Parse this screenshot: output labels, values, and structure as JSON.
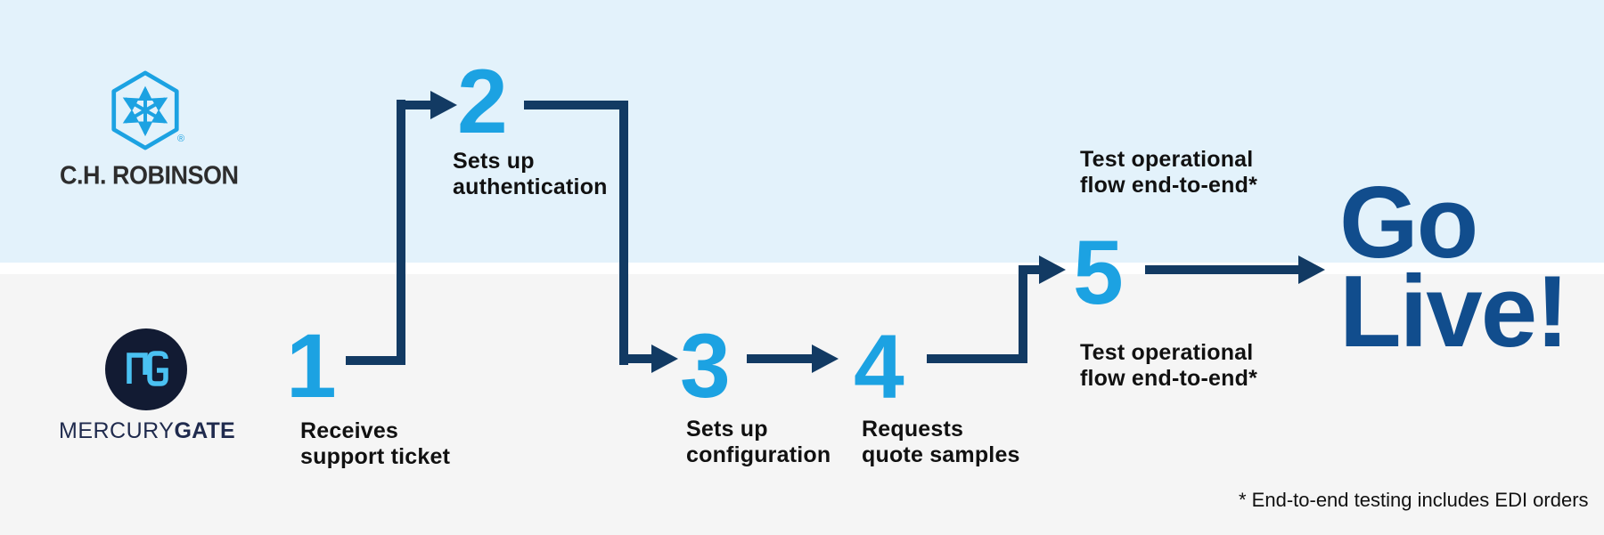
{
  "actors": {
    "chr": {
      "name": "C.H. ROBINSON",
      "registered": "®"
    },
    "mg": {
      "monogram": "MG",
      "wordmark_regular": "MERCURY",
      "wordmark_bold": "GATE"
    }
  },
  "steps": [
    {
      "number": "1",
      "lane": "bottom",
      "label_line1": "Receives",
      "label_line2": "support ticket"
    },
    {
      "number": "2",
      "lane": "top",
      "label_line1": "Sets up",
      "label_line2": "authentication"
    },
    {
      "number": "3",
      "lane": "bottom",
      "label_line1": "Sets up",
      "label_line2": "configuration"
    },
    {
      "number": "4",
      "lane": "bottom",
      "label_line1": "Requests",
      "label_line2": "quote samples"
    },
    {
      "number": "5",
      "lane": "both",
      "label_line1": "Test operational",
      "label_line2": "flow end-to-end*"
    }
  ],
  "outcome": {
    "line1": "Go",
    "line2": "Live!"
  },
  "footnote": "* End-to-end testing includes EDI orders",
  "colors": {
    "accent_light_blue": "#1CA2E2",
    "connector_navy": "#123A63",
    "go_live_blue": "#114D8D",
    "lane_top_bg": "#E3F2FB",
    "lane_bottom_bg": "#F5F5F5",
    "label_text": "#111111",
    "mg_circle_navy": "#121B33",
    "mg_monogram_blue": "#4AC1F2",
    "mg_wordmark_navy": "#1F2A4D",
    "chr_wordmark_gray": "#2D2D2D"
  }
}
